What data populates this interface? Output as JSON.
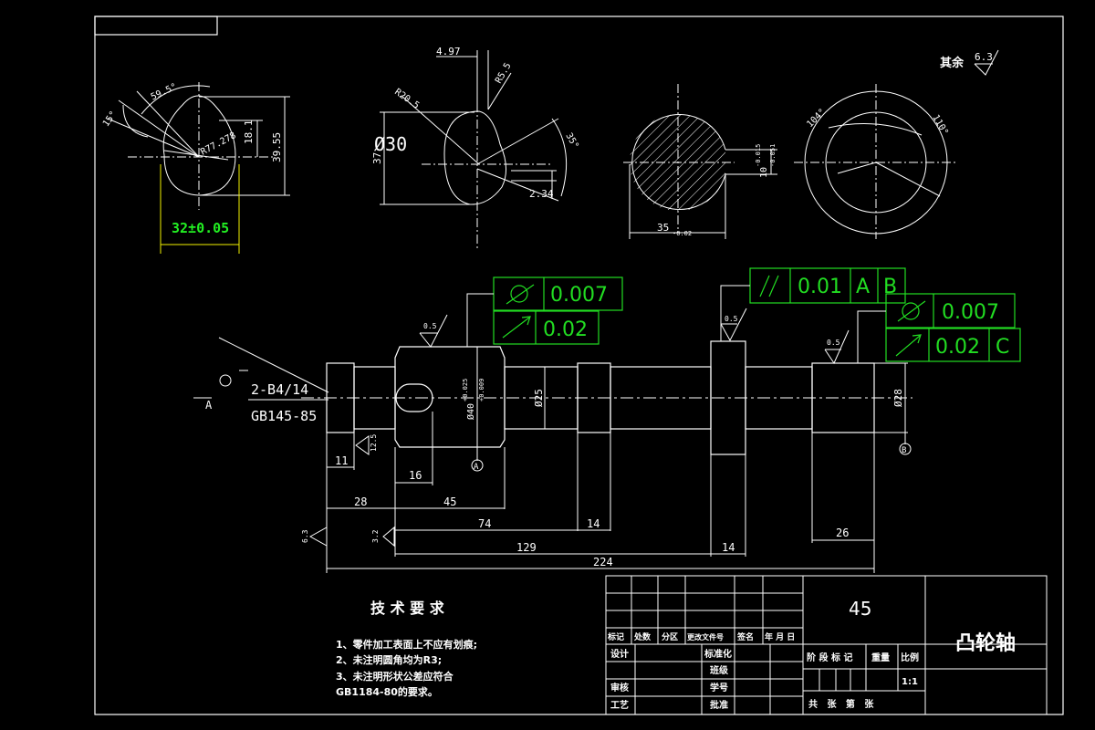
{
  "drawing": {
    "part_name": "凸轮轴",
    "material": "45",
    "roughness_note": {
      "label": "其余",
      "value": "6.3"
    }
  },
  "cam_view": {
    "angle_15": "15°",
    "angle_59": "59.5°",
    "radius": "R77.278",
    "dim_18": "18.1",
    "dim_39": "39.55",
    "dim_32": "32±0.05"
  },
  "cam2_view": {
    "dim_497": "4.97",
    "r_205": "R20.5",
    "r_55": "R5.5",
    "dia_30": "Ø30",
    "dim_37": "37",
    "angle_35": "35°",
    "dim_234": "2.34"
  },
  "section_view": {
    "dim_35": "35",
    "tol_35": "-0.02",
    "dim_10": "10",
    "tol_10a": "-0.015",
    "tol_10b": "-0.051"
  },
  "ring_view": {
    "angle_104": "104°",
    "angle_110": "110°"
  },
  "shaft": {
    "center_hole_1": "2-B4/14",
    "center_hole_2": "GB145-85",
    "section_A": "A",
    "datum_A": "A",
    "datum_B": "B",
    "dia_40": "Ø40",
    "tol_40a": "+0.025",
    "tol_40b": "+0.009",
    "dia_25": "Ø25",
    "dia_28": "Ø28",
    "rough_05a": "0.5",
    "rough_05b": "0.5",
    "rough_05c": "0.5",
    "rough_125": "12.5",
    "rough_32": "3.2",
    "rough_63": "6.3"
  },
  "tolerance_frames": {
    "f1_value": "0.007",
    "f2_value": "0.02",
    "f3_value": "0.01",
    "f3_datum1": "A",
    "f3_datum2": "B",
    "f4_value": "0.007",
    "f5_value": "0.02",
    "f5_datum": "C"
  },
  "dimensions": {
    "d11": "11",
    "d16": "16",
    "d28": "28",
    "d45": "45",
    "d74": "74",
    "d14a": "14",
    "d129": "129",
    "d14b": "14",
    "d26": "26",
    "d224": "224"
  },
  "tech_req": {
    "title": "技 术 要 求",
    "line1": "1、零件加工表面上不应有划痕;",
    "line2": "2、未注明圆角均为R3;",
    "line3": "3、未注明形状公差应符合",
    "line4": "GB1184-80的要求。"
  },
  "title_block": {
    "h_mark": "标记",
    "h_count": "处数",
    "h_zone": "分区",
    "h_docno": "更改文件号",
    "h_sign": "签名",
    "h_date": "年 月 日",
    "r_design": "设计",
    "r_standard": "标准化",
    "r_class": "班级",
    "r_review": "审核",
    "r_studentno": "学号",
    "r_process": "工艺",
    "r_approve": "批准",
    "stage": "阶 段 标 记",
    "weight": "重量",
    "scale_label": "比例",
    "scale": "1:1",
    "sheets": "共   张   第   张"
  },
  "colors": {
    "background": "#000000",
    "lines": "#ffffff",
    "frames": "#22dd22",
    "highlight": "#f2f200"
  }
}
